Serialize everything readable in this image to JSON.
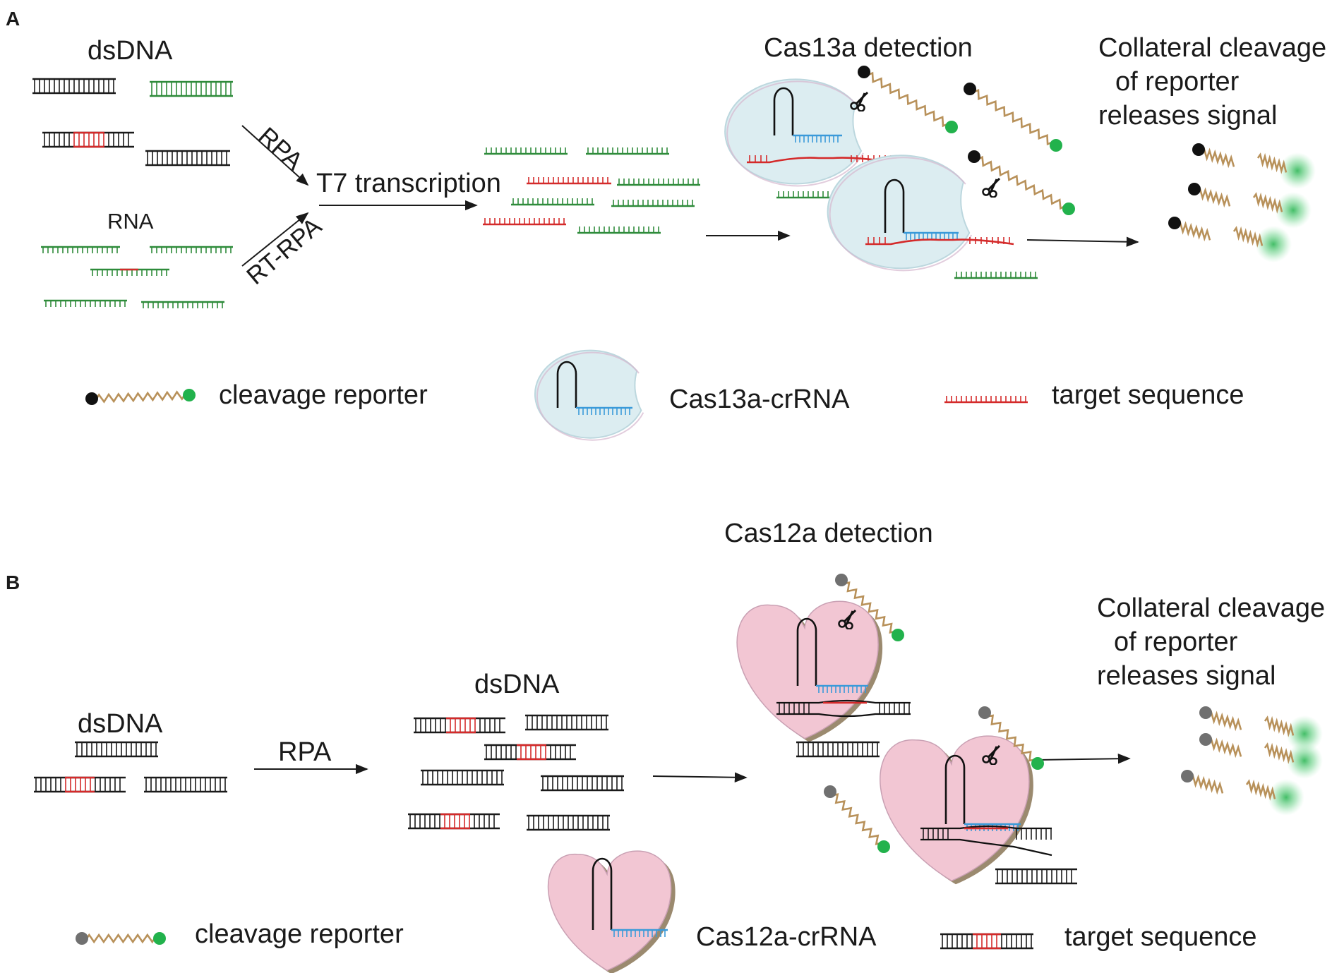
{
  "colors": {
    "dna": "#1a1a1a",
    "rna": "#2e8b3a",
    "target": "#d42a2a",
    "crrna": "#3a9ad9",
    "cas13": "#dcedf1",
    "cas12": "#f2c6d3",
    "reporter_link": "#b8915a",
    "fluor": "#22b24c",
    "quencher_a": "#111111",
    "quencher_b": "#707070"
  },
  "panel_a": {
    "letter": "A",
    "dsdna_label": "dsDNA",
    "rna_label": "RNA",
    "rpa_label": "RPA",
    "rtrpa_label": "RT-RPA",
    "t7_label": "T7 transcription",
    "detection_title": "Cas13a detection",
    "signal_line1": "Collateral cleavage",
    "signal_line2": "of reporter",
    "signal_line3": "releases signal",
    "legend_reporter": "cleavage reporter",
    "legend_enzyme": "Cas13a-crRNA",
    "legend_target": "target sequence"
  },
  "panel_b": {
    "letter": "B",
    "dsdna_label": "dsDNA",
    "rpa_label": "RPA",
    "amplified_label": "dsDNA",
    "detection_title": "Cas12a detection",
    "signal_line1": "Collateral cleavage",
    "signal_line2": "of reporter",
    "signal_line3": "releases signal",
    "legend_reporter": "cleavage reporter",
    "legend_enzyme": "Cas12a-crRNA",
    "legend_target": "target sequence"
  }
}
